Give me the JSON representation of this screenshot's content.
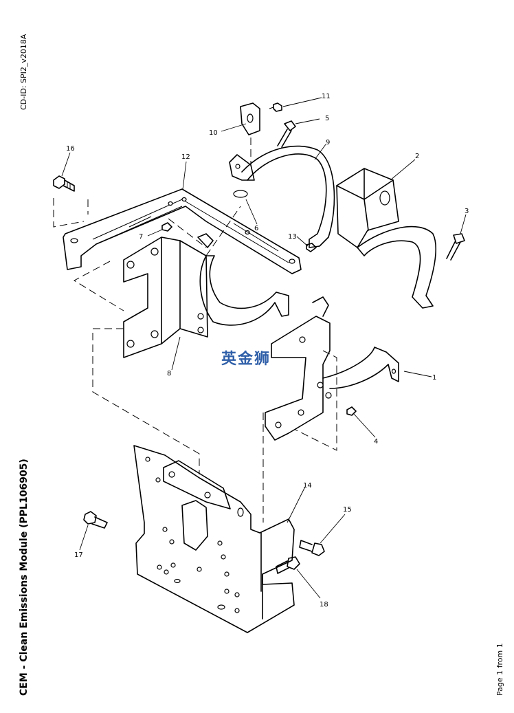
{
  "document": {
    "cd_id": "CD-ID: SPI2_v2018A",
    "title": "CEM - Clean Emissions Module (PPL106905)",
    "page_label": "Page 1 from 1"
  },
  "watermark": {
    "text": "英金狮",
    "color": "#2f5fa8"
  },
  "callouts": [
    {
      "id": "c1",
      "label": "1"
    },
    {
      "id": "c2",
      "label": "2"
    },
    {
      "id": "c3",
      "label": "3"
    },
    {
      "id": "c4",
      "label": "4"
    },
    {
      "id": "c5",
      "label": "5"
    },
    {
      "id": "c6",
      "label": "6"
    },
    {
      "id": "c7",
      "label": "7"
    },
    {
      "id": "c8",
      "label": "8"
    },
    {
      "id": "c9",
      "label": "9"
    },
    {
      "id": "c10",
      "label": "10"
    },
    {
      "id": "c11",
      "label": "11"
    },
    {
      "id": "c12",
      "label": "12"
    },
    {
      "id": "c13",
      "label": "13"
    },
    {
      "id": "c14",
      "label": "14"
    },
    {
      "id": "c15",
      "label": "15"
    },
    {
      "id": "c16",
      "label": "16"
    },
    {
      "id": "c17",
      "label": "17"
    },
    {
      "id": "c18",
      "label": "18"
    }
  ]
}
